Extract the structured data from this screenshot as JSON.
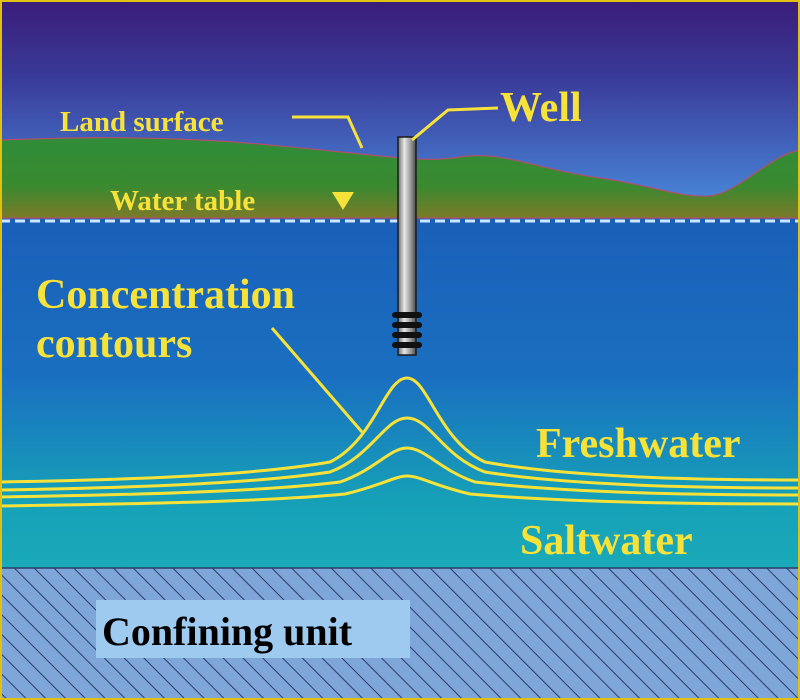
{
  "labels": {
    "land_surface": "Land surface",
    "well": "Well",
    "water_table": "Water table",
    "concentration_line1": "Concentration",
    "concentration_line2": "contours",
    "freshwater": "Freshwater",
    "saltwater": "Saltwater",
    "confining_unit": "Confining unit"
  },
  "icons": {
    "water_table_marker": "down-triangle-icon"
  },
  "colors": {
    "sky_top": "#3c1f7a",
    "sky_bottom": "#4a8fe0",
    "land": "#2f8a3a",
    "land_bottom": "#6a7a2a",
    "freshwater": "#1f6fc0",
    "saltwater": "#18a8b8",
    "contour": "#f7e23a",
    "label": "#f7e23a",
    "confining_fill": "#7fa6d8",
    "confining_hatch": "#2a3c6a",
    "water_table_line": "#cfe6ff"
  }
}
